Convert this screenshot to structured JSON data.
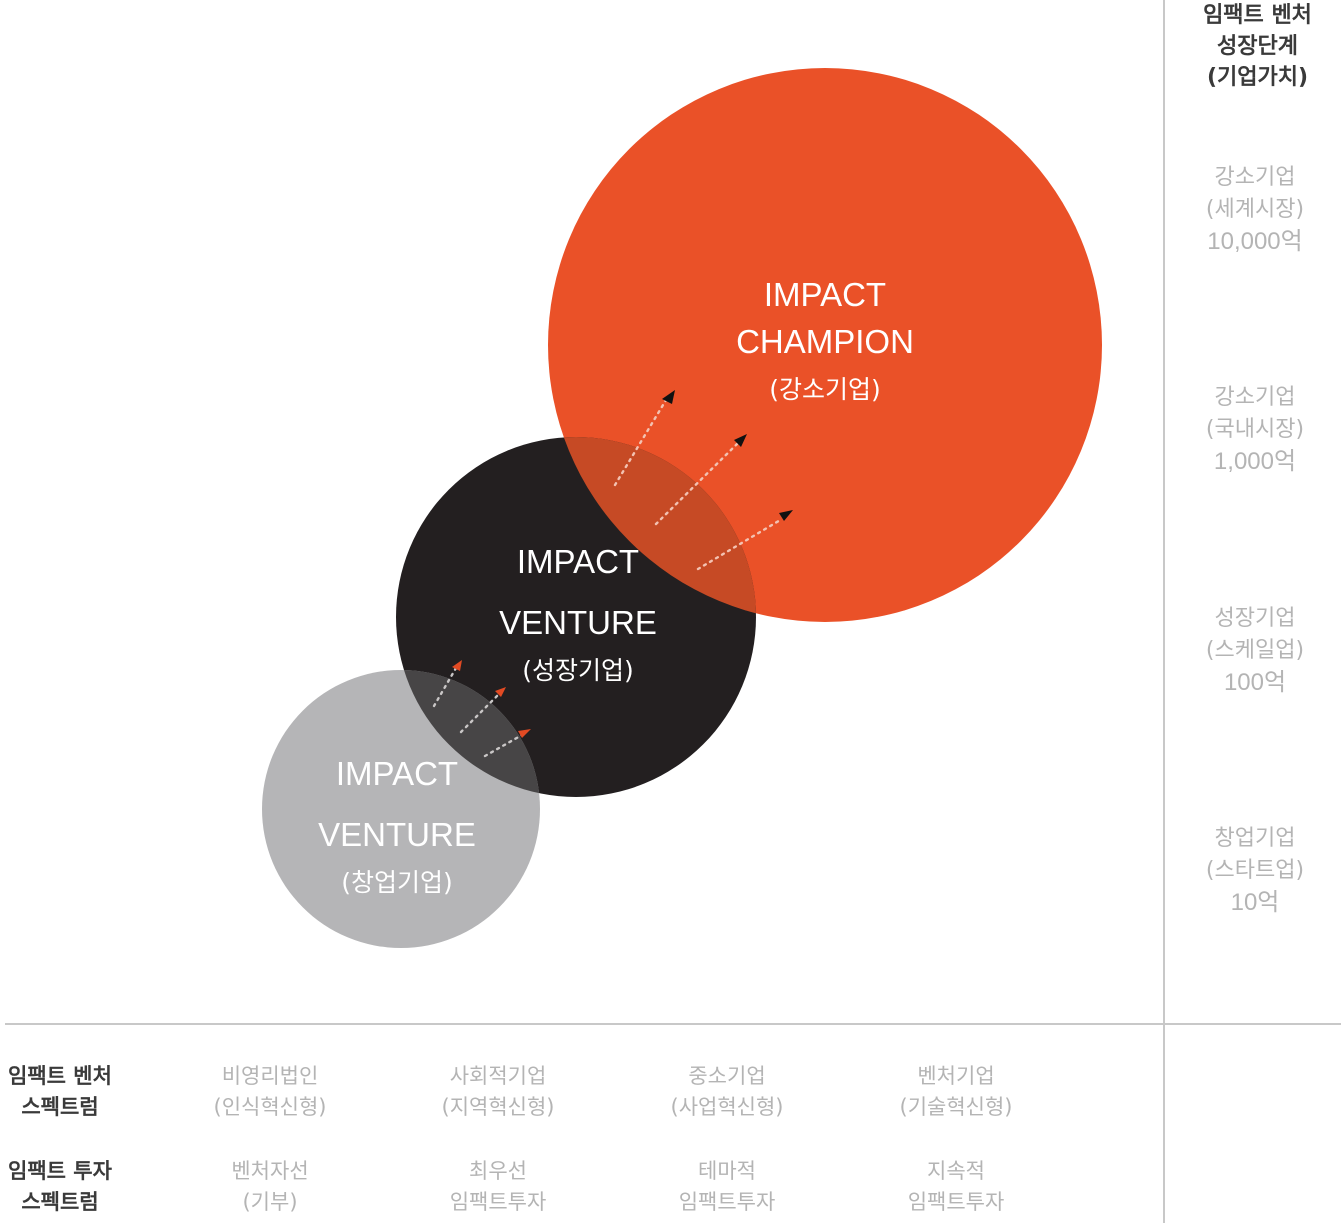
{
  "colors": {
    "champion": "#ea5128",
    "growth": "#231f20",
    "startup": "#b5b5b7",
    "overlap_champion_growth": "#c64a25",
    "overlap_growth_startup": "#474546",
    "arrow_dark": "#111111",
    "arrow_red": "#e24a23"
  },
  "circles": {
    "champion": {
      "line1": "IMPACT",
      "line2": "CHAMPION",
      "sub": "(강소기업)"
    },
    "growth": {
      "line1": "IMPACT",
      "line2": "VENTURE",
      "sub": "(성장기업)"
    },
    "startup": {
      "line1": "IMPACT",
      "line2": "VENTURE",
      "sub": "(창업기업)"
    }
  },
  "y_axis": {
    "title": [
      "임팩트 벤처",
      "성장단계",
      "(기업가치)"
    ],
    "stages": [
      {
        "name": "강소기업",
        "market": "(세계시장)",
        "value": "10,000억"
      },
      {
        "name": "강소기업",
        "market": "(국내시장)",
        "value": "1,000억"
      },
      {
        "name": "성장기업",
        "market": "(스케일업)",
        "value": "100억"
      },
      {
        "name": "창업기업",
        "market": "(스타트업)",
        "value": "10억"
      }
    ]
  },
  "x_axis": {
    "rows": [
      {
        "title": [
          "임팩트 벤처",
          "스펙트럼"
        ],
        "cells": [
          [
            "비영리법인",
            "(인식혁신형)"
          ],
          [
            "사회적기업",
            "(지역혁신형)"
          ],
          [
            "중소기업",
            "(사업혁신형)"
          ],
          [
            "벤처기업",
            "(기술혁신형)"
          ]
        ]
      },
      {
        "title": [
          "임팩트 투자",
          "스펙트럼"
        ],
        "cells": [
          [
            "벤처자선",
            "(기부)"
          ],
          [
            "최우선",
            "임팩트투자"
          ],
          [
            "테마적",
            "임팩트투자"
          ],
          [
            "지속적",
            "임팩트투자"
          ]
        ]
      }
    ]
  }
}
